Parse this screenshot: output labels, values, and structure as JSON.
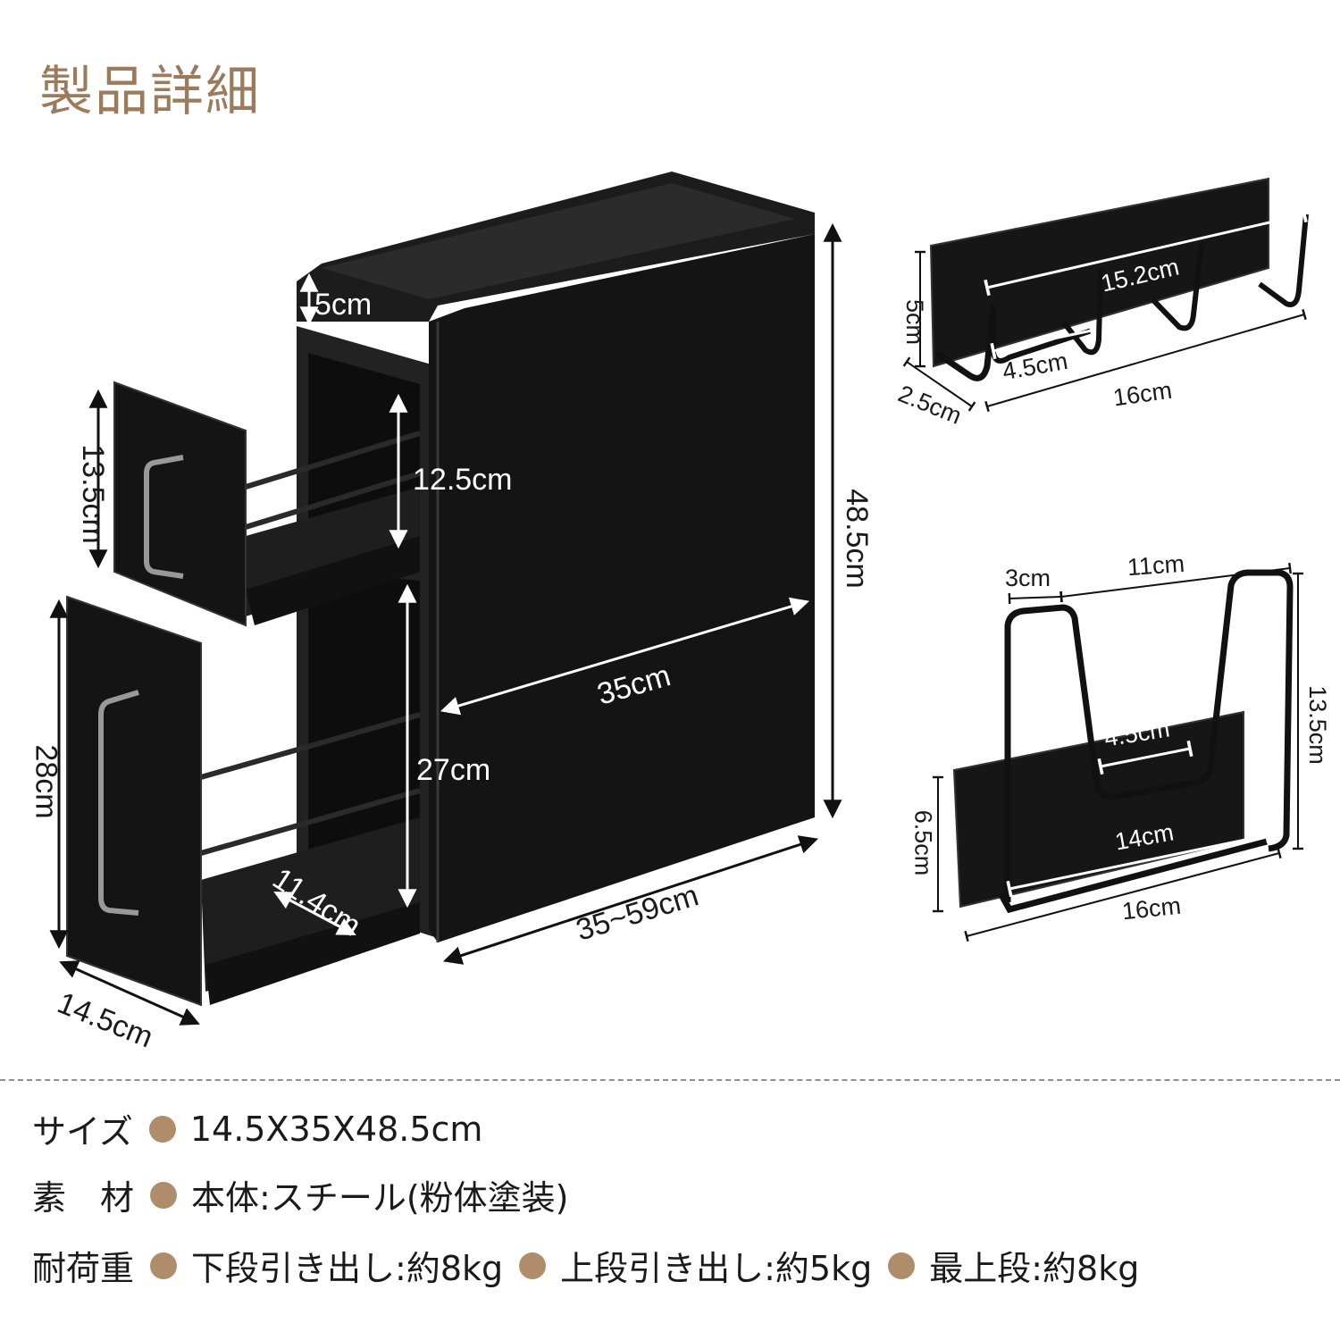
{
  "title": "製品詳細",
  "colors": {
    "title": "#9b7b5c",
    "dot": "#b08d6a",
    "product": "#151515"
  },
  "dimensions": {
    "main": {
      "top_rim": "5cm",
      "upper_drawer_height": "13.5cm",
      "upper_inner_height": "12.5cm",
      "total_height": "48.5cm",
      "depth": "35cm",
      "lower_drawer_height": "28cm",
      "lower_inner_height": "27cm",
      "inner_width": "11.4cm",
      "extension": "35~59cm",
      "width": "14.5cm"
    },
    "hook_rack": {
      "bar_length": "15.2cm",
      "height": "5cm",
      "hook_spacing": "4.5cm",
      "depth": "2.5cm",
      "width": "16cm"
    },
    "lid_holder": {
      "left_gap": "3cm",
      "span": "11cm",
      "inner_gap": "4.5cm",
      "total_height": "13.5cm",
      "plate_height": "6.5cm",
      "bottom_wire": "14cm",
      "width": "16cm"
    }
  },
  "specs": {
    "size": {
      "label": "サイズ",
      "value": "14.5X35X48.5cm"
    },
    "material": {
      "label": "素　材",
      "value": "本体:スチール(粉体塗装)"
    },
    "load": {
      "label": "耐荷重",
      "items": [
        "下段引き出し:約8kg",
        "上段引き出し:約5kg",
        "最上段:約8kg"
      ]
    }
  }
}
